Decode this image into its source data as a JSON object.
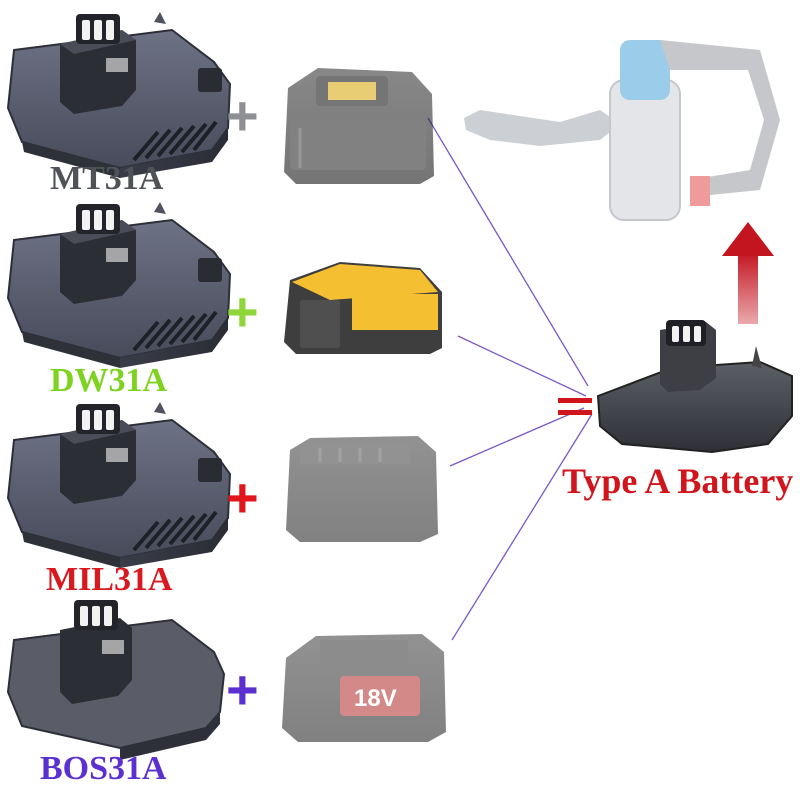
{
  "adapters": [
    {
      "label": "MT31A",
      "label_color": "#4f5257",
      "plus_color": "#8d8f92",
      "tool_battery": "Makita 18V battery"
    },
    {
      "label": "DW31A",
      "label_color": "#7ed321",
      "plus_color": "#8ed63a",
      "tool_battery": "DeWalt 20V battery"
    },
    {
      "label": "MIL31A",
      "label_color": "#d8191f",
      "plus_color": "#e0161c",
      "tool_battery": "Milwaukee M18 battery"
    },
    {
      "label": "BOS31A",
      "label_color": "#5b2fd0",
      "plus_color": "#5b2fd0",
      "tool_battery": "Bosch 18V battery"
    }
  ],
  "plus_symbol": "+",
  "equals_symbol": "=",
  "result": {
    "label": "Type A Battery",
    "color": "#d0161c"
  },
  "bosch_battery_text": "18V",
  "arrow_color": "#b01c26",
  "line_color": "#7a58c8",
  "icons": [
    "adapter-icon",
    "tool-battery-icon",
    "vacuum-icon",
    "arrow-up-icon"
  ]
}
